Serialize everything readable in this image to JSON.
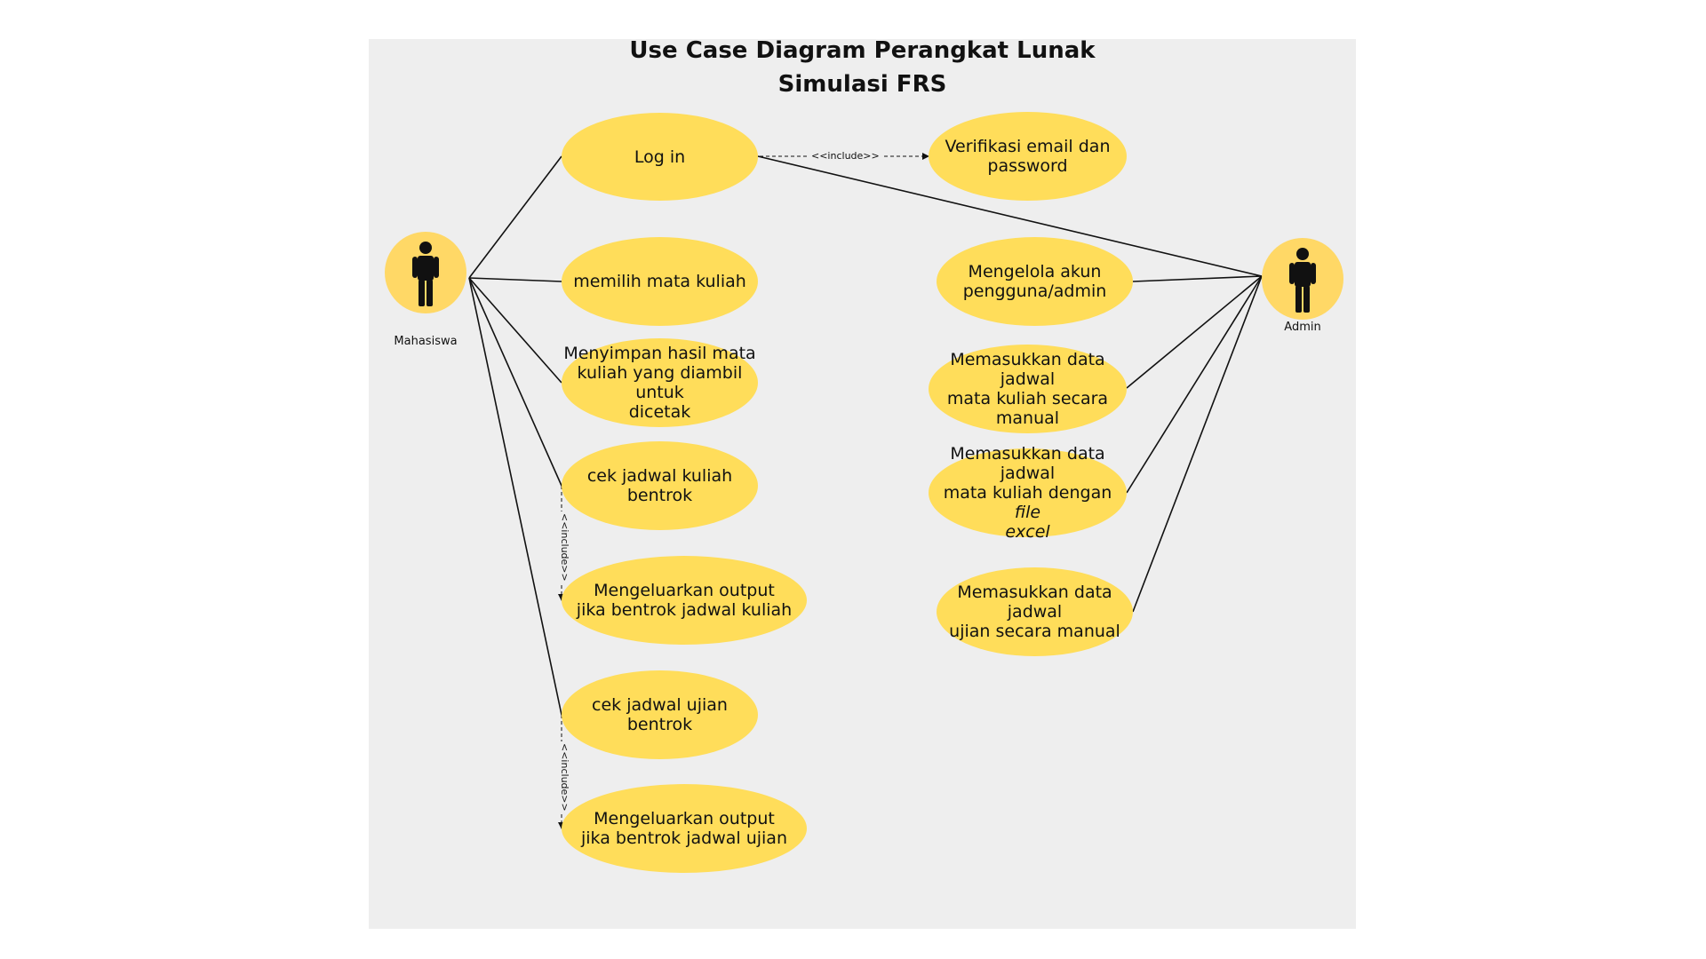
{
  "title": {
    "line1": "Use Case Diagram Perangkat Lunak",
    "line2": "Simulasi FRS"
  },
  "actors": {
    "left": {
      "label": "Mahasiswa",
      "icon": "person-icon"
    },
    "right": {
      "label": "Admin",
      "icon": "person-icon"
    }
  },
  "usecases": {
    "login": "Log in",
    "verify_l1": "Verifikasi email dan",
    "verify_l2": "password",
    "choose": "memilih mata kuliah",
    "save_l1": "Menyimpan hasil mata",
    "save_l2": "kuliah yang diambil untuk",
    "save_l3": "dicetak",
    "cek_kuliah": "cek jadwal kuliah bentrok",
    "out_kuliah_l1": "Mengeluarkan output",
    "out_kuliah_l2": "jika bentrok jadwal kuliah",
    "cek_ujian": "cek jadwal ujian bentrok",
    "out_ujian_l1": "Mengeluarkan output",
    "out_ujian_l2": "jika bentrok jadwal ujian",
    "manage_l1": "Mengelola akun",
    "manage_l2": "pengguna/admin",
    "input_manual_l1": "Memasukkan data jadwal",
    "input_manual_l2": "mata kuliah secara",
    "input_manual_l3": "manual",
    "input_excel_l1": "Memasukkan data jadwal",
    "input_excel_l2a": "mata kuliah dengan ",
    "input_excel_l2b": "file",
    "input_excel_l3": "excel",
    "input_ujian_l1": "Memasukkan data jadwal",
    "input_ujian_l2": "ujian secara manual"
  },
  "relations": {
    "include_label": "<<include>>"
  },
  "colors": {
    "usecase_fill": "#ffdd5a",
    "actor_fill": "#ffd866",
    "panel_bg": "#eeeeee"
  }
}
